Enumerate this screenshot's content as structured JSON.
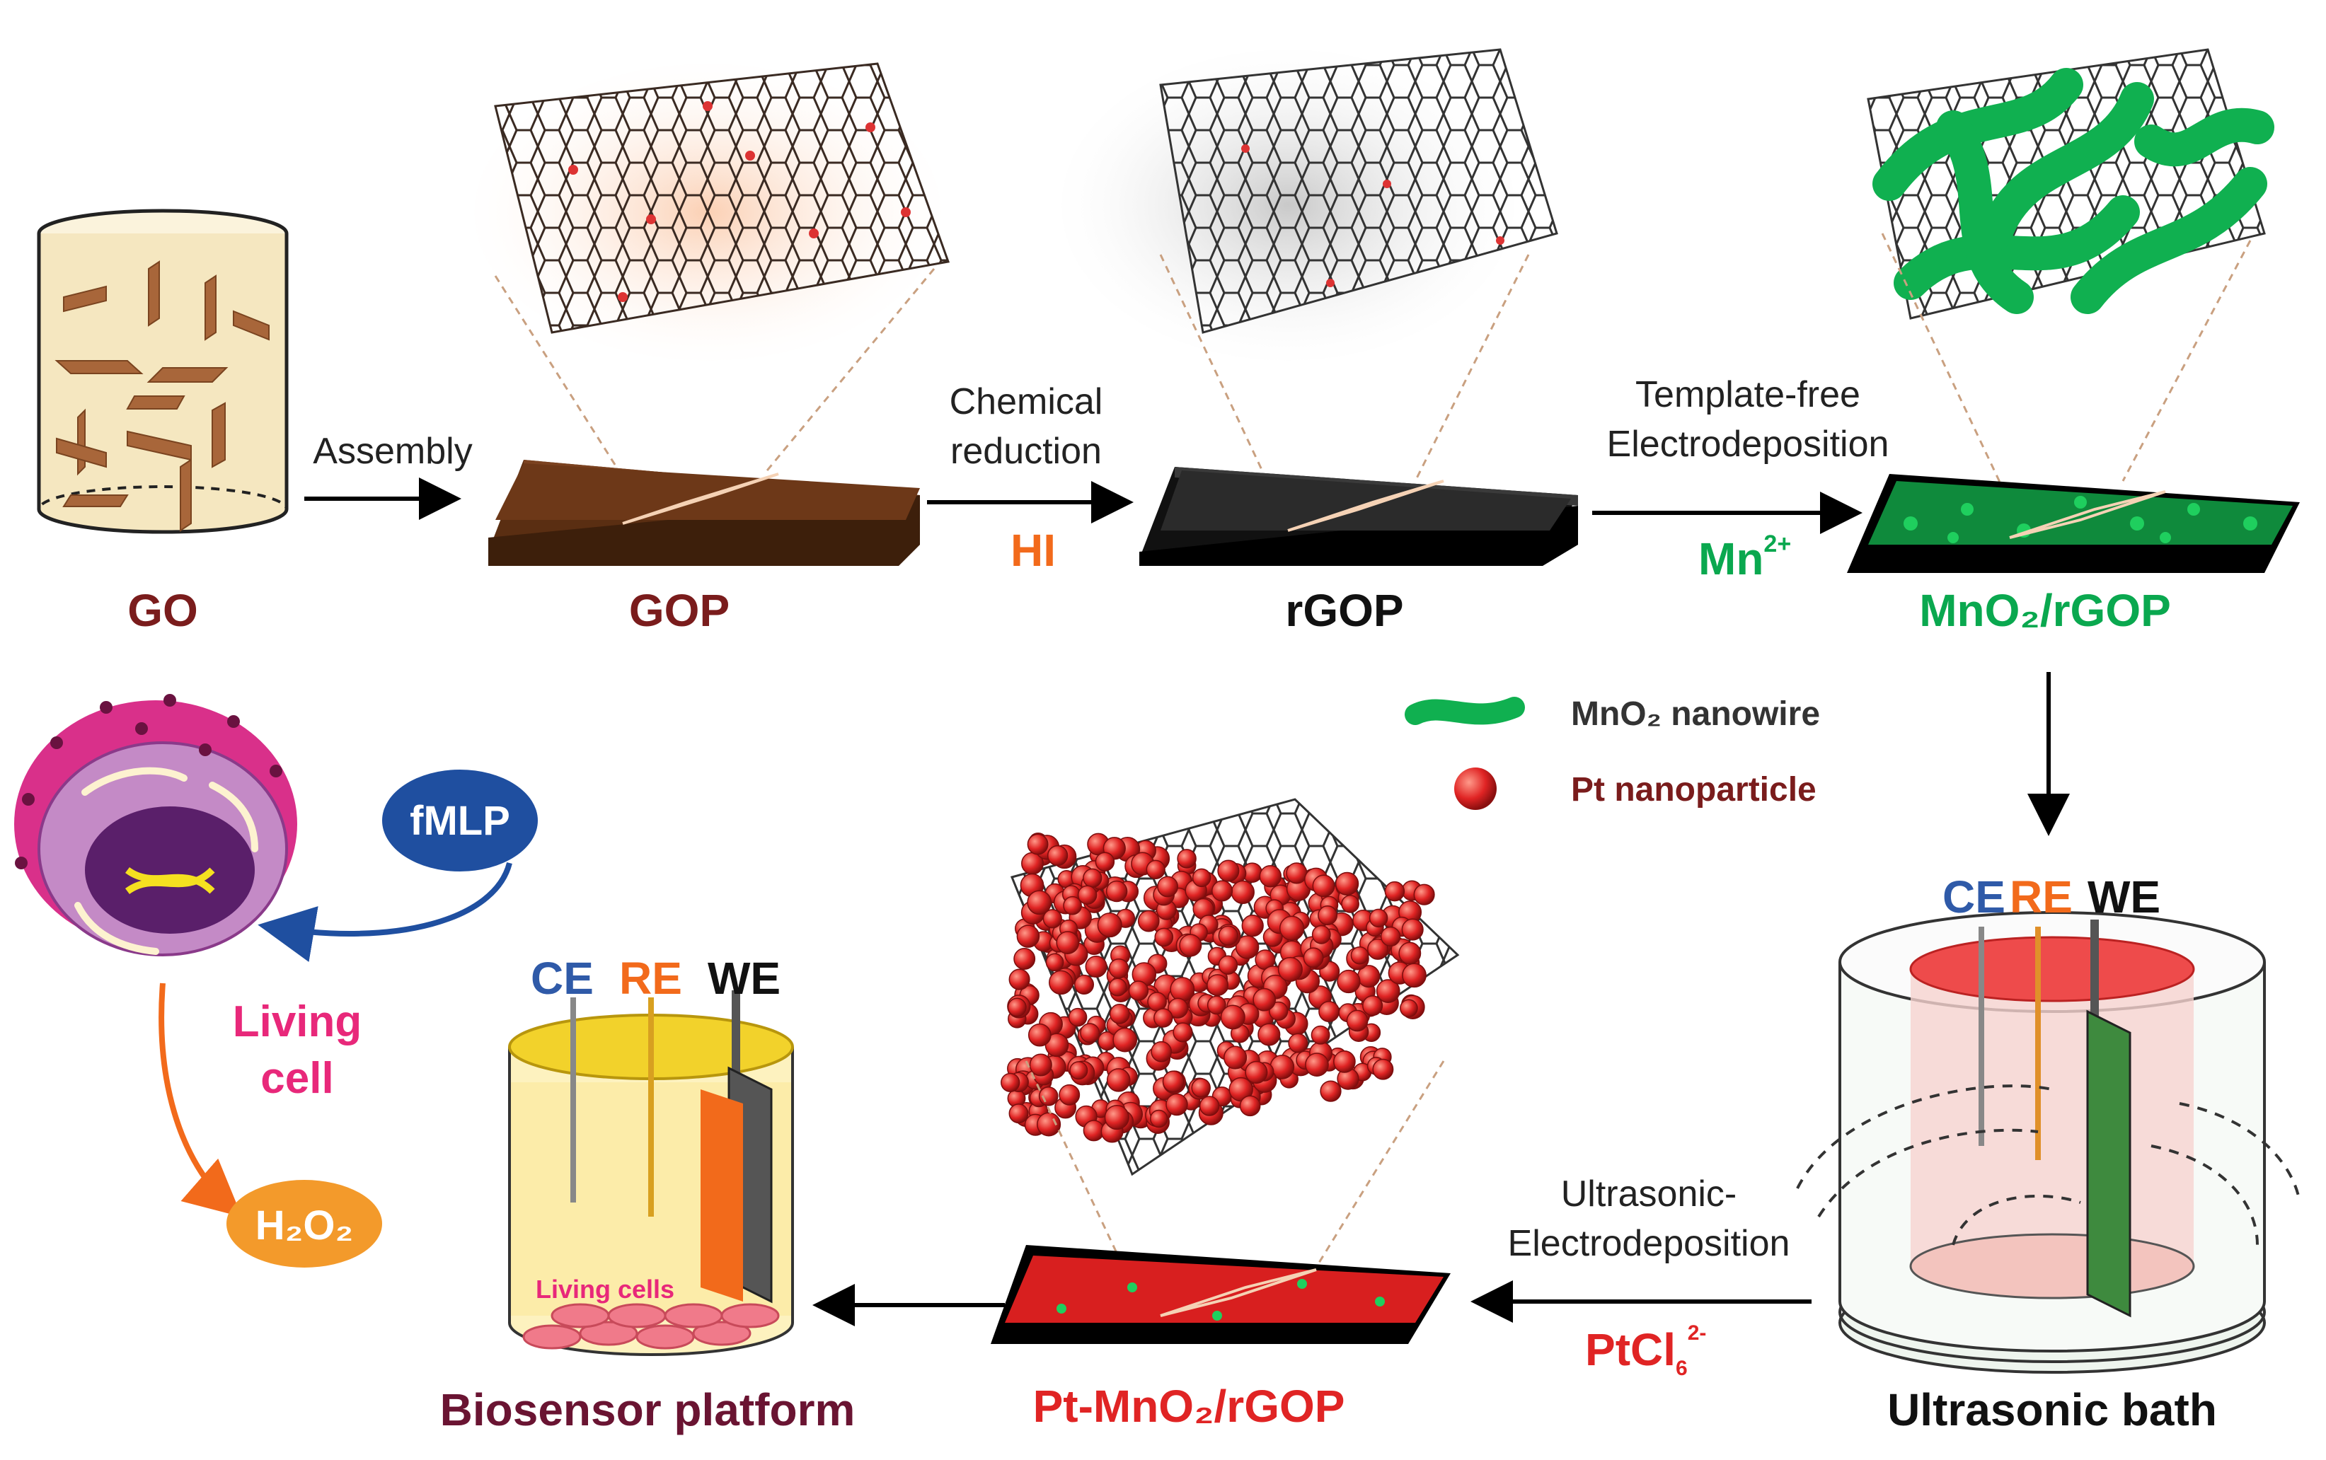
{
  "colors": {
    "go_dark": "#7a1c1c",
    "hi_orange": "#f26a1b",
    "mn_green": "#0aa84f",
    "pt_red": "#e02424",
    "ce_blue": "#2f5aa8",
    "re_orange": "#f26a1b",
    "cell_pink": "#e8287a",
    "cell_magenta": "#d9308a",
    "fmlp_blue": "#1f4fa0",
    "h2o2_orange": "#f39a2b",
    "biosensor_dark": "#6a1432"
  },
  "stages": {
    "go": "GO",
    "gop": "GOP",
    "rgop": "rGOP",
    "mno2_rgop": "MnO₂/rGOP",
    "ultrasonic_bath": "Ultrasonic bath",
    "pt_mno2_rgop": "Pt-MnO₂/rGOP",
    "biosensor_platform": "Biosensor platform"
  },
  "steps": {
    "assembly": "Assembly",
    "chemical_reduction_1": "Chemical",
    "chemical_reduction_2": "reduction",
    "hi": "HI",
    "template_free_1": "Template-free",
    "template_free_2": "Electrodeposition",
    "mn_ion": "Mn",
    "mn_charge": "2+",
    "ultrasonic_1": "Ultrasonic-",
    "ultrasonic_2": "Electrodeposition",
    "ptcl": "PtCl",
    "ptcl_sub": "6",
    "ptcl_charge": "2-"
  },
  "legend": {
    "nanowire": "MnO₂ nanowire",
    "nanoparticle": "Pt nanoparticle"
  },
  "electrodes": {
    "ce": "CE",
    "re": "RE",
    "we": "WE"
  },
  "cell": {
    "fmlp": "fMLP",
    "living_1": "Living",
    "living_2": "cell",
    "h2o2": "H₂O₂",
    "living_cells": "Living cells"
  }
}
